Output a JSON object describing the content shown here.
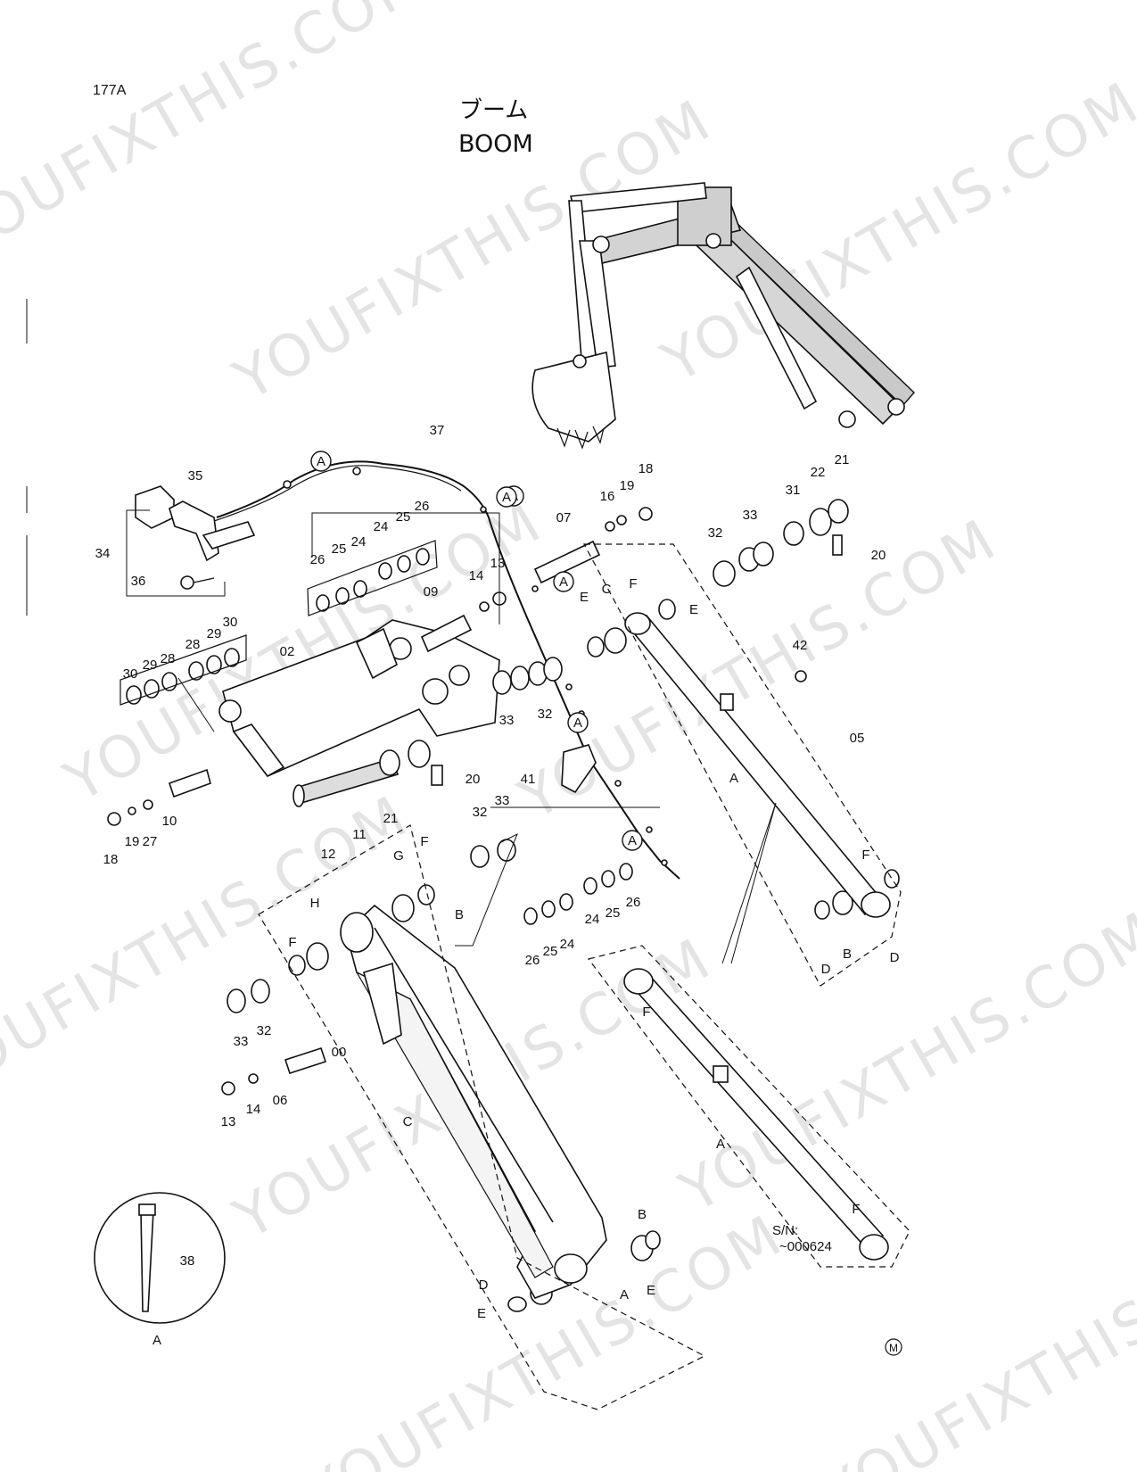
{
  "page": {
    "code": "177A",
    "title_jp": "ブーム",
    "title_en": "BOOM",
    "serial_note": "S/N:",
    "serial_range": "~000624",
    "mark": "M",
    "watermark": "YOUFIXTHIS.COM"
  },
  "callouts": [
    {
      "id": "00",
      "text": "00"
    },
    {
      "id": "02",
      "text": "02"
    },
    {
      "id": "05",
      "text": "05"
    },
    {
      "id": "06",
      "text": "06"
    },
    {
      "id": "07",
      "text": "07"
    },
    {
      "id": "09",
      "text": "09"
    },
    {
      "id": "10",
      "text": "10"
    },
    {
      "id": "11",
      "text": "11"
    },
    {
      "id": "12",
      "text": "12"
    },
    {
      "id": "13",
      "text": "13"
    },
    {
      "id": "14",
      "text": "14"
    },
    {
      "id": "16",
      "text": "16"
    },
    {
      "id": "18",
      "text": "18"
    },
    {
      "id": "19",
      "text": "19"
    },
    {
      "id": "20",
      "text": "20"
    },
    {
      "id": "21",
      "text": "21"
    },
    {
      "id": "22",
      "text": "22"
    },
    {
      "id": "24",
      "text": "24"
    },
    {
      "id": "25",
      "text": "25"
    },
    {
      "id": "26",
      "text": "26"
    },
    {
      "id": "27",
      "text": "27"
    },
    {
      "id": "28",
      "text": "28"
    },
    {
      "id": "29",
      "text": "29"
    },
    {
      "id": "30",
      "text": "30"
    },
    {
      "id": "31",
      "text": "31"
    },
    {
      "id": "32",
      "text": "32"
    },
    {
      "id": "33",
      "text": "33"
    },
    {
      "id": "34",
      "text": "34"
    },
    {
      "id": "35",
      "text": "35"
    },
    {
      "id": "36",
      "text": "36"
    },
    {
      "id": "37",
      "text": "37"
    },
    {
      "id": "38",
      "text": "38"
    },
    {
      "id": "41",
      "text": "41"
    },
    {
      "id": "42",
      "text": "42"
    },
    {
      "id": "A",
      "text": "A"
    },
    {
      "id": "B",
      "text": "B"
    },
    {
      "id": "C",
      "text": "C"
    },
    {
      "id": "D",
      "text": "D"
    },
    {
      "id": "E",
      "text": "E"
    },
    {
      "id": "F",
      "text": "F"
    },
    {
      "id": "G",
      "text": "G"
    },
    {
      "id": "H",
      "text": "H"
    }
  ]
}
